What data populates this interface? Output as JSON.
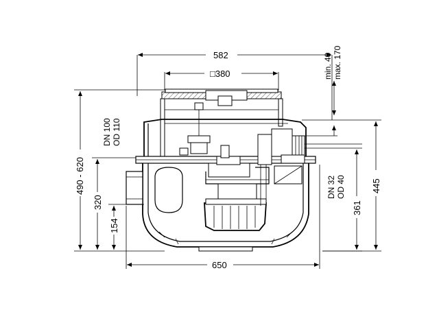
{
  "dimensions": {
    "top_width": "582",
    "cover_square": "□380",
    "min_label": "min. 40",
    "max_label": "max. 170",
    "inlet_dn": "DN 100",
    "inlet_od": "OD 110",
    "outlet_dn": "DN 32",
    "outlet_od": "OD 40",
    "height_range": "490 - 620",
    "inlet_height": "320",
    "bottom_height": "154",
    "outlet_height": "361",
    "overall_height": "445",
    "bottom_width": "650"
  }
}
